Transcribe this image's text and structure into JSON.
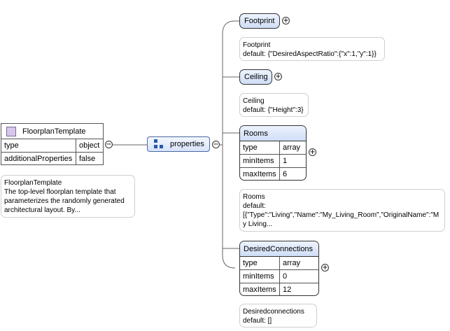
{
  "root": {
    "name": "FloorplanTemplate",
    "rows": [
      {
        "key": "type",
        "value": "object"
      },
      {
        "key": "additionalProperties",
        "value": "false"
      }
    ],
    "note": {
      "title": "FloorplanTemplate",
      "text": "The top-level floorplan template that parameterizes the randomly generated architectural layout. By..."
    },
    "icon": "element-icon"
  },
  "compositor": {
    "label": "properties",
    "icon": "sequence-icon"
  },
  "properties": [
    {
      "name": "Footprint",
      "note": {
        "title": "Footprint",
        "default": "default: {\"DesiredAspectRatio\":{\"x\":1,\"y\":1}}"
      }
    },
    {
      "name": "Ceiling",
      "note": {
        "title": "Ceiling",
        "default": "default: {\"Height\":3}"
      }
    },
    {
      "name": "Rooms",
      "rows": [
        {
          "key": "type",
          "value": "array"
        },
        {
          "key": "minItems",
          "value": "1"
        },
        {
          "key": "maxItems",
          "value": "6"
        }
      ],
      "note": {
        "title": "Rooms",
        "default": "default:",
        "value": "[{\"Type\":\"Living\",\"Name\":\"My_Living_Room\",\"OriginalName\":\"My Living..."
      }
    },
    {
      "name": "DesiredConnections",
      "rows": [
        {
          "key": "type",
          "value": "array"
        },
        {
          "key": "minItems",
          "value": "0"
        },
        {
          "key": "maxItems",
          "value": "12"
        }
      ],
      "note": {
        "title": "Desiredconnections",
        "default": "default: []"
      }
    }
  ],
  "symbols": {
    "expand": "+",
    "collapse": "−"
  }
}
